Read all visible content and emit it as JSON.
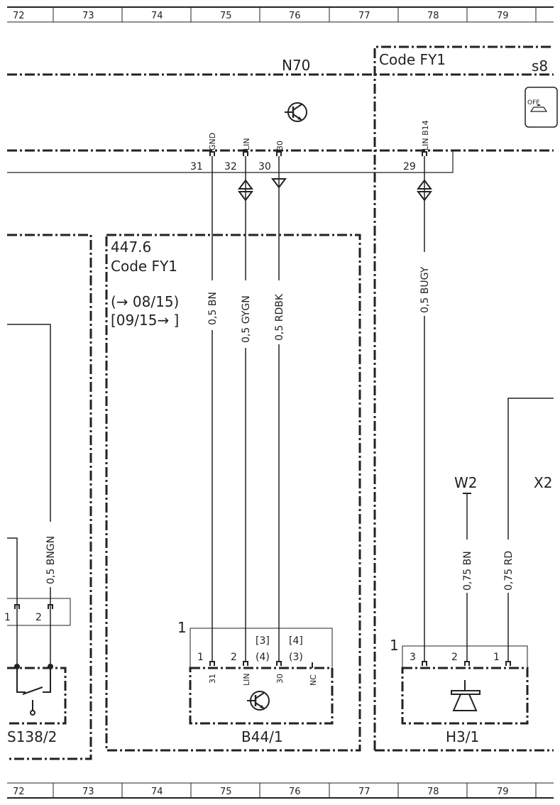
{
  "ruler": [
    "72",
    "73",
    "74",
    "75",
    "76",
    "77",
    "78",
    "79"
  ],
  "modules": {
    "n70": {
      "name": "N70"
    },
    "code_fy1_right": {
      "label": "Code FY1",
      "ref": "s8",
      "switch_text": "OFF"
    },
    "box_447": {
      "ref": "447.6",
      "code": "Code FY1",
      "validity_1": "(→ 08/15)",
      "validity_2": "[09/15→ ]"
    }
  },
  "n70_pins": [
    {
      "num": "31",
      "sig": "GND"
    },
    {
      "num": "32",
      "sig": "LIN"
    },
    {
      "num": "30",
      "sig": "30"
    },
    {
      "num": "29",
      "sig": "LIN B14"
    }
  ],
  "wires": [
    {
      "label": "0,5 BN"
    },
    {
      "label": "0,5 GYGN"
    },
    {
      "label": "0,5 RDBK"
    },
    {
      "label": "0,5 BUGY"
    },
    {
      "label": "0,5 BNGN"
    },
    {
      "label": "0,75 BN"
    },
    {
      "label": "0,75 RD"
    }
  ],
  "nodes": {
    "w2": "W2",
    "x2": "X2"
  },
  "components": {
    "b44_1": {
      "name": "B44/1",
      "connector": "1",
      "pins": [
        {
          "num": "1",
          "sig": "31"
        },
        {
          "num": "2",
          "sig": "LIN",
          "alt1": "[3]",
          "alt2": "(4)"
        },
        {
          "sig": "30",
          "alt1": "[4]",
          "alt2": "(3)"
        },
        {
          "sig": "NC"
        }
      ]
    },
    "h3_1": {
      "name": "H3/1",
      "connector": "1",
      "pins": [
        "3",
        "2",
        "1"
      ]
    },
    "s138_2": {
      "name": "S138/2",
      "pins": [
        "1",
        "2"
      ]
    }
  }
}
